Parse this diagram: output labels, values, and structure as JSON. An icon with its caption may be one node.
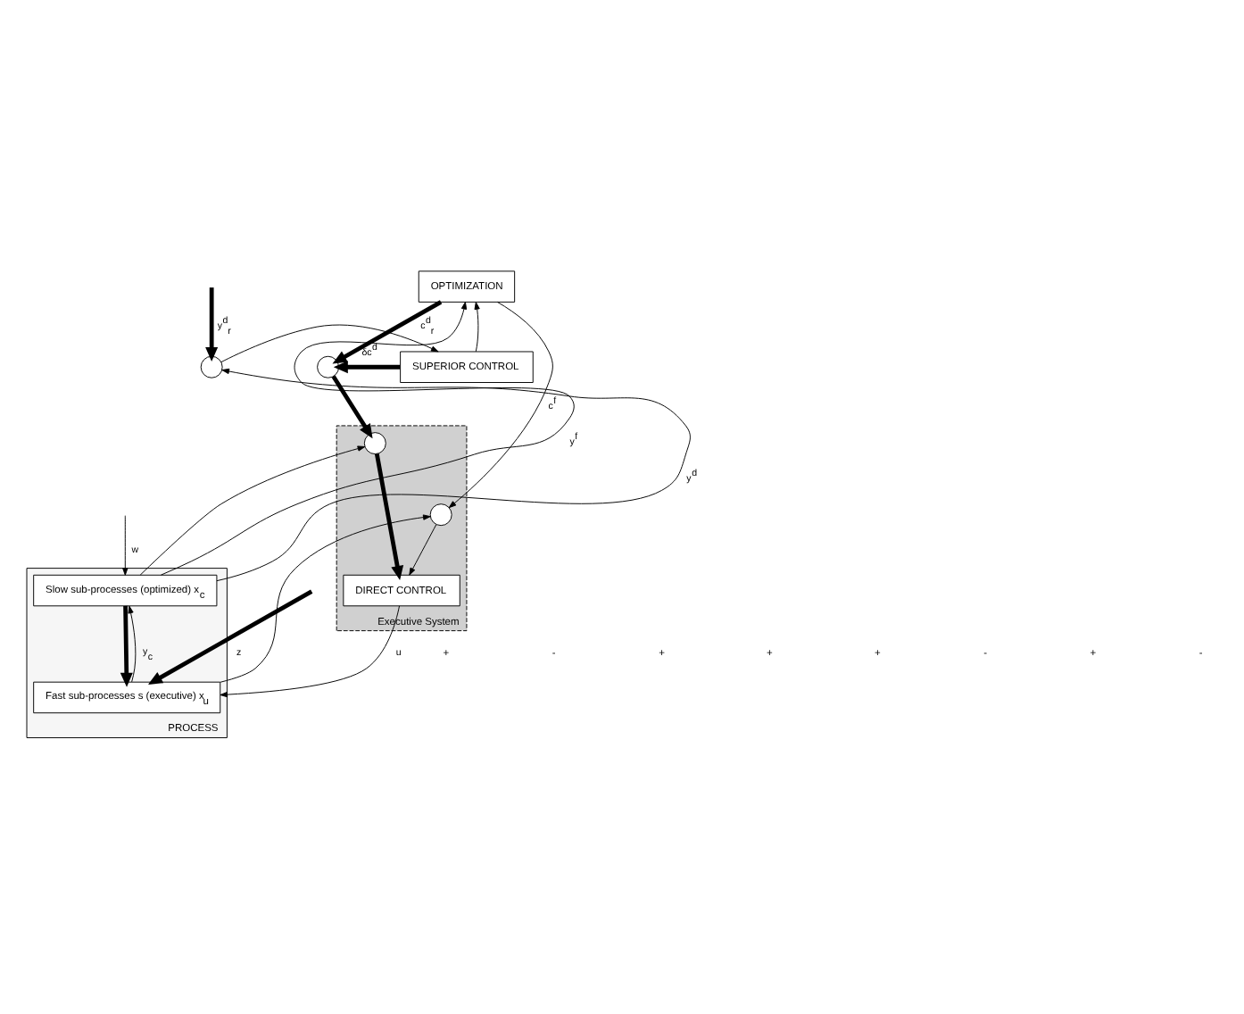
{
  "diagram": {
    "nodes": [
      {
        "text": [
          "OPTIMIZATION"
        ]
      },
      {
        "text": [],
        "shape": "circle"
      },
      {
        "text": [
          "SUPERIOR CONTROL"
        ]
      },
      {
        "text": [],
        "shape": "circle"
      },
      {
        "text": [
          "Executive System"
        ]
      },
      {
        "text": [],
        "shape": "circle",
        "in": 4
      },
      {
        "text": [],
        "shape": "circle",
        "in": 4
      },
      {
        "text": [
          "DIRECT CONTROL"
        ],
        "in": 4
      },
      {
        "text": [
          "PROCESS"
        ]
      },
      {
        "text": [
          "Slow sub-processes (optimized) x$_{c}$"
        ],
        "in": 8
      },
      {
        "text": [
          "Fast sub-processes s (executive) x$_{u}$"
        ],
        "in": 8
      }
    ],
    "edges": [
      {
        "from": null,
        "to": 1,
        "arrow": "to",
        "label": "y$^{d}$$_{r}$",
        "style": "thick"
      },
      {
        "from": 1,
        "to": 2,
        "arrow": "to"
      },
      {
        "from": 2,
        "to": 3,
        "arrow": "to",
        "label": "δc$^{d}$",
        "style": "thick"
      },
      {
        "from": 2,
        "to": 0,
        "arrow": "to"
      },
      {
        "from": 0,
        "to": 3,
        "arrow": "to",
        "label": "c$^{d}$$_{r}$",
        "style": "thick"
      },
      {
        "from": 0,
        "to": 6,
        "arrow": "to",
        "label": "c$^{f}$"
      },
      {
        "from": 3,
        "to": 5,
        "arrow": "to",
        "style": "thick"
      },
      {
        "from": 5,
        "to": 7,
        "arrow": "to",
        "style": "thick"
      },
      {
        "from": 6,
        "to": 7,
        "arrow": "to"
      },
      {
        "from": 7,
        "to": 10,
        "arrow": "to",
        "label": "u"
      },
      {
        "from": 10,
        "to": 9,
        "arrow": "to",
        "label": "y$_{c}$"
      },
      {
        "from": 10,
        "to": 6,
        "arrow": "to"
      },
      {
        "from": 9,
        "to": 10,
        "arrow": "to",
        "style": "thick"
      },
      {
        "from": 9,
        "to": 5,
        "arrow": "to"
      },
      {
        "from": 9,
        "to": 1,
        "arrow": "to",
        "label": "y$^{d}$"
      },
      {
        "from": 9,
        "to": 0,
        "arrow": "to",
        "label": "y$^{f}$"
      },
      {
        "from": null,
        "to": 9,
        "arrow": "to",
        "label": "w"
      },
      {
        "from": null,
        "to": 10,
        "arrow": "to",
        "label": "z",
        "style": "thick"
      }
    ],
    "labels": [
      "+",
      "-",
      "+",
      "+",
      "+",
      "-",
      "+",
      "-"
    ]
  }
}
